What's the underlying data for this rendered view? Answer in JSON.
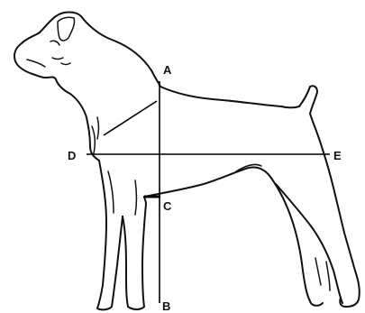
{
  "diagram": {
    "subject": "dog-body-proportions",
    "labels": {
      "a": "A",
      "b": "B",
      "c": "C",
      "d": "D",
      "e": "E"
    },
    "colors": {
      "line": "#000000",
      "outline": "#111111",
      "background": "#ffffff"
    }
  }
}
